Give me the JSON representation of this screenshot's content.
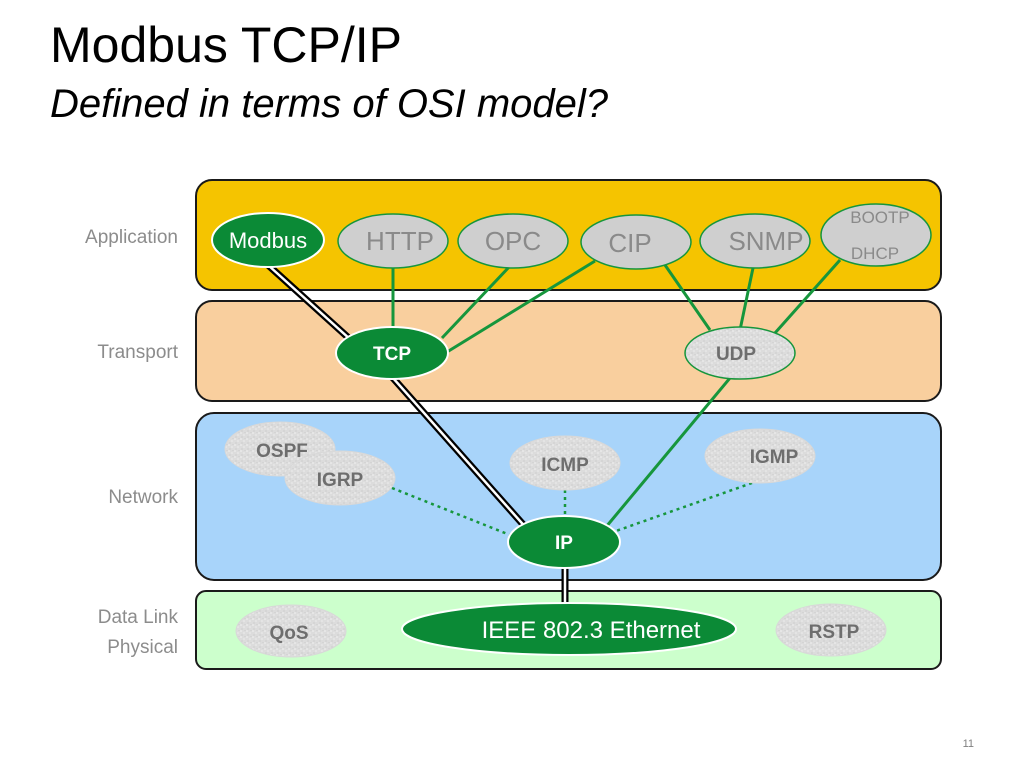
{
  "title": "Modbus TCP/IP",
  "subtitle": "Defined in terms of OSI model?",
  "slide_number": "11",
  "layers": {
    "application": "Application",
    "transport": "Transport",
    "network": "Network",
    "datalink": "Data Link",
    "physical": "Physical"
  },
  "colors": {
    "application_band": "#f5c400",
    "transport_band": "#f9cf9e",
    "network_band": "#a8d4fa",
    "datalink_band": "#ccffcc",
    "active_green": "#0b8a36",
    "inactive_gray": "#cfcfcf",
    "link_green": "#16963c"
  },
  "protocols": {
    "modbus": "Modbus",
    "http": "HTTP",
    "opc": "OPC",
    "cip": "CIP",
    "snmp": "SNMP",
    "bootp": "BOOTP",
    "dhcp": "DHCP",
    "tcp": "TCP",
    "udp": "UDP",
    "ospf": "OSPF",
    "igrp": "IGRP",
    "icmp": "ICMP",
    "igmp": "IGMP",
    "ip": "IP",
    "qos": "QoS",
    "ethernet": "IEEE 802.3 Ethernet",
    "rstp": "RSTP"
  }
}
